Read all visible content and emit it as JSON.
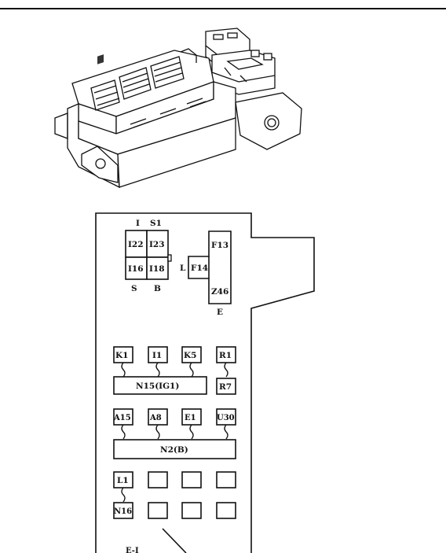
{
  "upper_connector": {
    "top_labels": [
      "I",
      "S1"
    ],
    "cells": [
      "I22",
      "I23",
      "I16",
      "I18"
    ],
    "bottom_labels": [
      "S",
      "B"
    ]
  },
  "right_connector": {
    "left_label": "L",
    "cells": [
      "F13",
      "F14",
      "Z46"
    ],
    "bottom_label": "E"
  },
  "bus_ig1": {
    "label": "N15(IG1)",
    "terminals": [
      "K1",
      "I1",
      "K5",
      "R1"
    ],
    "extra": "R7"
  },
  "bus_b": {
    "label": "N2(B)",
    "terminals": [
      "A15",
      "A8",
      "E1",
      "U30"
    ]
  },
  "bottom_grid": {
    "top_left": "L1",
    "bottom_left": "N16"
  },
  "bottom_fragment": "E-I"
}
